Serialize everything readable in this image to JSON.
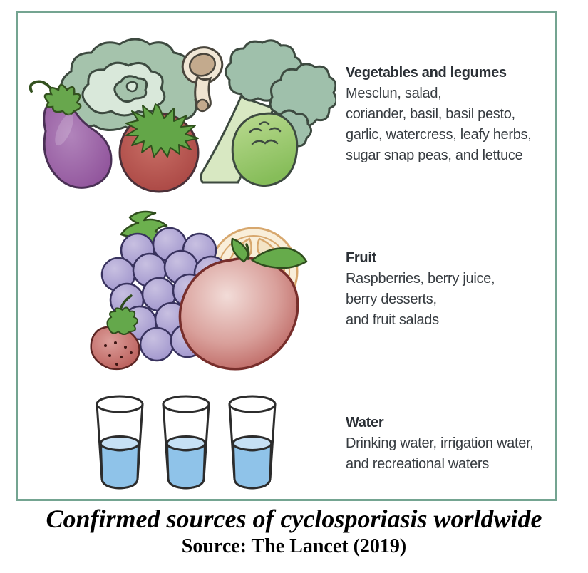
{
  "figure": {
    "sections": [
      {
        "id": "vegetables",
        "illustration": "vegetables-illustration",
        "heading": "Vegetables and legumes",
        "lines": [
          "Mesclun, salad,",
          "coriander, basil, basil pesto,",
          "garlic, watercress, leafy herbs,",
          "sugar snap peas, and lettuce"
        ]
      },
      {
        "id": "fruit",
        "illustration": "fruit-illustration",
        "heading": "Fruit",
        "lines": [
          "Raspberries, berry juice,",
          "berry desserts,",
          "and fruit salads"
        ]
      },
      {
        "id": "water",
        "illustration": "water-glasses-illustration",
        "heading": "Water",
        "lines": [
          "Drinking water, irrigation water,",
          "and recreational waters"
        ]
      }
    ]
  },
  "caption": {
    "title": "Confirmed sources of cyclosporiasis worldwide",
    "source": "Source: The Lancet (2019)"
  },
  "colors": {
    "frame-border": "#74a491",
    "text": "#373c41",
    "heading": "#2b3036",
    "caption": "#000000",
    "cabbage-green": "#a5c3ac",
    "cabbage-light": "#d9e8da",
    "broccoli-green": "#9fc0ab",
    "stalk-green": "#d8e8c2",
    "pepper-green": "#9cc96a",
    "eggplant-purple": "#8c4d97",
    "tomato-red": "#a43f3d",
    "mushroom-tan": "#c3aa8d",
    "grape-purple": "#a79dd1",
    "strawberry-red": "#b04c48",
    "orange-cream": "#f9eed9",
    "orange-rim": "#d7a76d",
    "leaf-green": "#66ab4b",
    "water-blue": "#8fc3e9",
    "water-surface": "#c6e0f4"
  }
}
